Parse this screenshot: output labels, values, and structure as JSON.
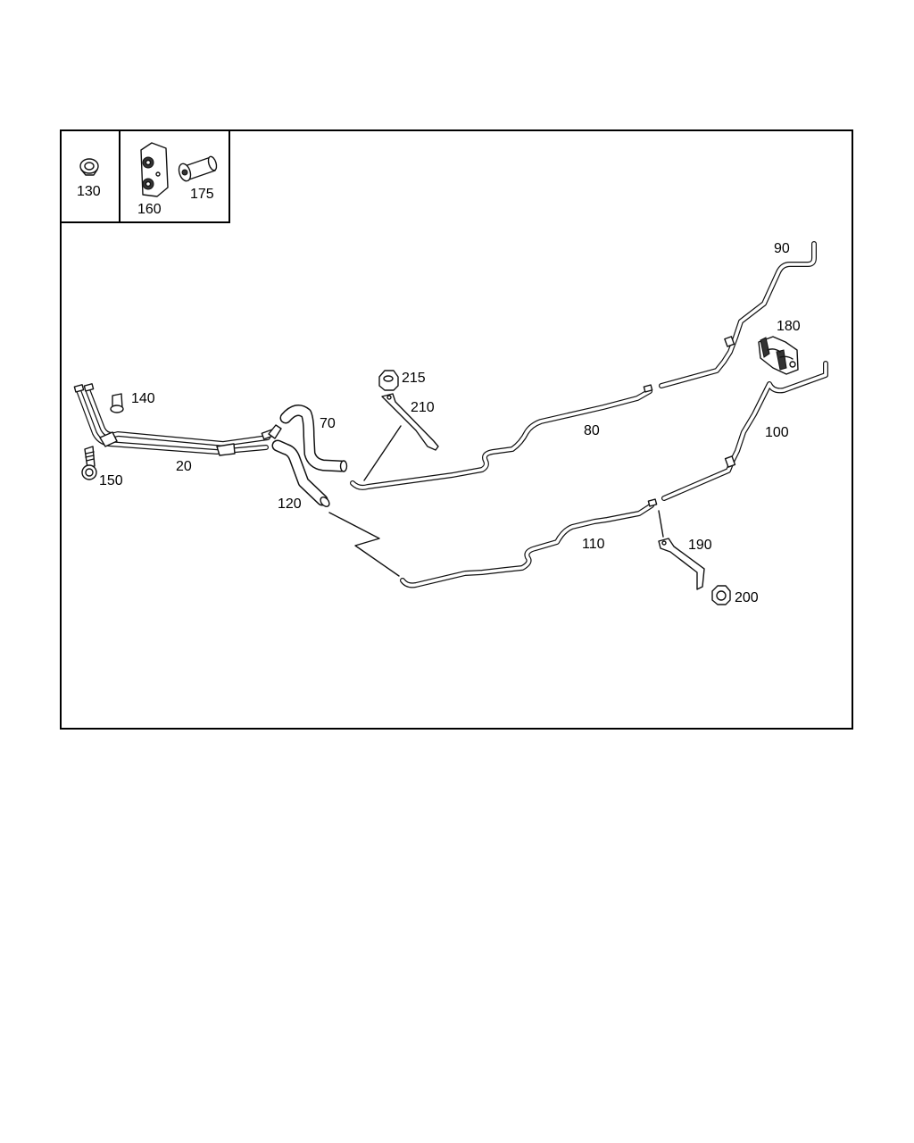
{
  "labels": {
    "p130": "130",
    "p160": "160",
    "p175": "175",
    "p90": "90",
    "p180": "180",
    "p215": "215",
    "p210": "210",
    "p140": "140",
    "p70": "70",
    "p80": "80",
    "p100": "100",
    "p20": "20",
    "p150": "150",
    "p120": "120",
    "p110": "110",
    "p190": "190",
    "p200": "200"
  }
}
